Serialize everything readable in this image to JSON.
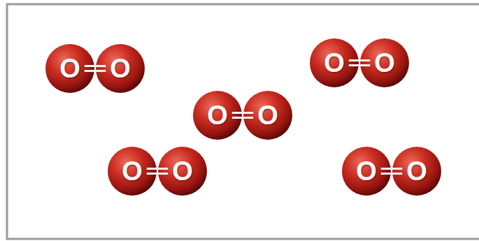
{
  "diagram": {
    "nodes": [
      {
        "text": [
          "O"
        ]
      },
      {
        "text": [
          "O"
        ]
      },
      {
        "text": [
          "O"
        ]
      },
      {
        "text": [
          "O"
        ]
      },
      {
        "text": [
          "O"
        ]
      },
      {
        "text": [
          "O"
        ]
      },
      {
        "text": [
          "O"
        ]
      },
      {
        "text": [
          "O"
        ]
      },
      {
        "text": [
          "O"
        ]
      },
      {
        "text": [
          "O"
        ]
      }
    ],
    "edges": [
      {
        "from": 0,
        "to": 1,
        "arrow": "none"
      },
      {
        "from": 2,
        "to": 3,
        "arrow": "none"
      },
      {
        "from": 4,
        "to": 5,
        "arrow": "none"
      },
      {
        "from": 6,
        "to": 7,
        "arrow": "none"
      },
      {
        "from": 8,
        "to": 9,
        "arrow": "none"
      }
    ]
  }
}
